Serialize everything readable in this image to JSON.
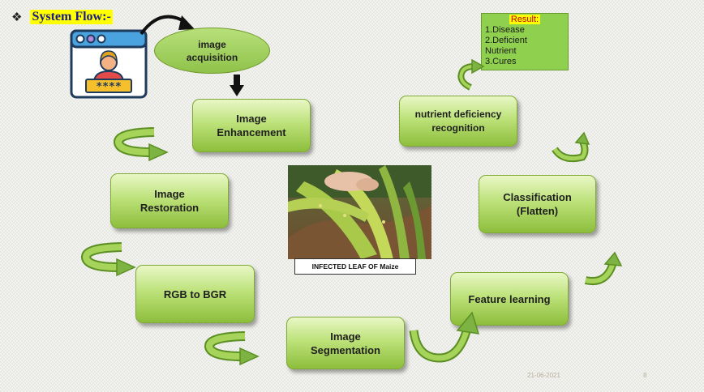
{
  "slide": {
    "heading": "System Flow:-",
    "bullet": "❖",
    "footer_date": "21-06-2021",
    "page_number": "8"
  },
  "icons": {
    "user_login": "user-login-window-icon",
    "pin_text": "****"
  },
  "nodes": {
    "image_acquisition": "image acquisition",
    "image_enhancement": "Image Enhancement",
    "image_restoration": "Image Restoration",
    "rgb_to_bgr": "RGB to BGR",
    "image_segmentation": "Image Segmentation",
    "feature_learning": "Feature learning",
    "classification": "Classification (Flatten)",
    "nutrient_recognition": "nutrient deficiency recognition"
  },
  "result": {
    "title": "Result:",
    "lines": [
      "1.Disease",
      "2.Deficient",
      "Nutrient",
      "3.Cures"
    ]
  },
  "photo": {
    "caption": "INFECTED LEAF OF Maize"
  },
  "colors": {
    "box_light": "#e9f7c6",
    "box_dark": "#8dbe3c",
    "arrow_green": "#7cb342",
    "result_bg": "#8fd14f",
    "title_highlight": "#ffff00"
  }
}
